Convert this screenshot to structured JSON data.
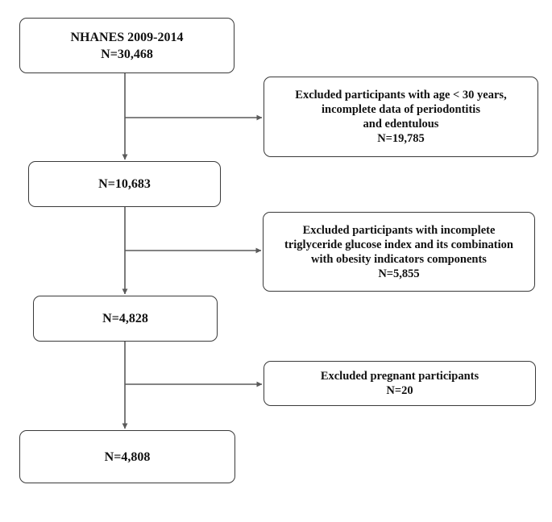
{
  "flowchart": {
    "start": {
      "lines": [
        "NHANES 2009-2014",
        "N=30,468"
      ]
    },
    "step1": {
      "lines": [
        "N=10,683"
      ]
    },
    "step2": {
      "lines": [
        "N=4,828"
      ]
    },
    "final": {
      "lines": [
        "N=4,808"
      ]
    },
    "exclusion1": {
      "lines": [
        "Excluded participants with age < 30 years,",
        "incomplete data of periodontitis",
        "and edentulous",
        "N=19,785"
      ]
    },
    "exclusion2": {
      "lines": [
        "Excluded participants with incomplete",
        "triglyceride glucose index and its combination",
        "with obesity indicators components",
        "N=5,855"
      ]
    },
    "exclusion3": {
      "lines": [
        "Excluded pregnant participants",
        "N=20"
      ]
    }
  },
  "colors": {
    "line": "#5a5a5a",
    "border": "#3a3a3a",
    "text": "#111111"
  }
}
